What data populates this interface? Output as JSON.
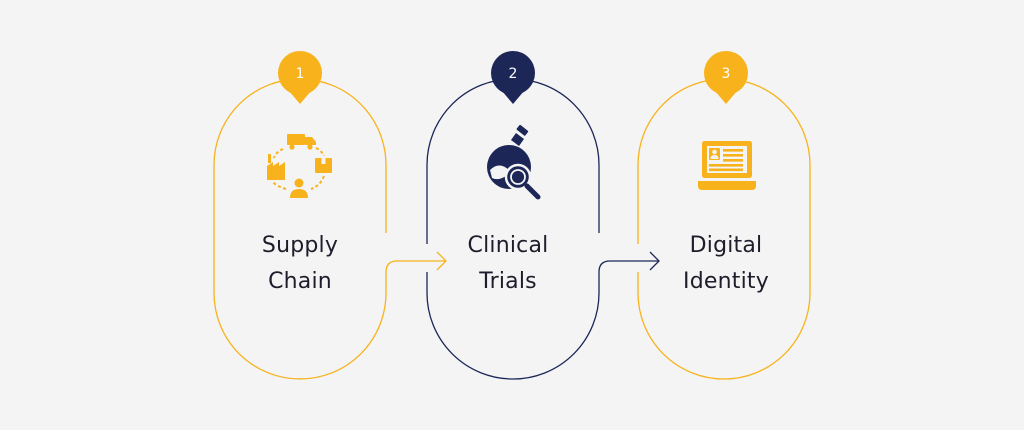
{
  "colors": {
    "background": "#f4f4f4",
    "accent_orange": "#f8b21c",
    "accent_navy": "#1c2657",
    "text": "#1d1d2b",
    "badge_text": "#ffffff"
  },
  "steps": [
    {
      "number": "1",
      "title_line1": "Supply",
      "title_line2": "Chain",
      "icon": "supply-chain-icon",
      "color": "#f8b21c"
    },
    {
      "number": "2",
      "title_line1": "Clinical",
      "title_line2": "Trials",
      "icon": "flask-magnifier-icon",
      "color": "#1c2657"
    },
    {
      "number": "3",
      "title_line1": "Digital",
      "title_line2": "Identity",
      "icon": "laptop-id-card-icon",
      "color": "#f8b21c"
    }
  ]
}
